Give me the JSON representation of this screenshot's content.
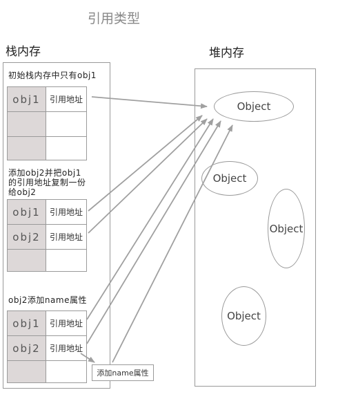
{
  "diagram": {
    "title": "引用类型",
    "stack_label": "栈内存",
    "heap_label": "堆内存",
    "sections": [
      {
        "caption": [
          "初始栈内存中只有obj1"
        ],
        "rows": [
          {
            "name": "obj1",
            "value": "引用地址"
          },
          {
            "name": "",
            "value": ""
          },
          {
            "name": "",
            "value": ""
          }
        ]
      },
      {
        "caption": [
          "添加obj2并把obj1",
          "的引用地址复制一份",
          "给obj2"
        ],
        "rows": [
          {
            "name": "obj1",
            "value": "引用地址"
          },
          {
            "name": "obj2",
            "value": "引用地址"
          },
          {
            "name": "",
            "value": ""
          }
        ]
      },
      {
        "caption": [
          "obj2添加name属性"
        ],
        "rows": [
          {
            "name": "obj1",
            "value": "引用地址"
          },
          {
            "name": "obj2",
            "value": "引用地址"
          },
          {
            "name": "",
            "value": ""
          }
        ]
      }
    ],
    "objects": [
      "Object",
      "Object",
      "Object",
      "Object"
    ],
    "note": "添加name属性",
    "colors": {
      "arrow": "#a0a0a0",
      "name_cell": "#ddd8d8",
      "border": "#999999"
    }
  }
}
